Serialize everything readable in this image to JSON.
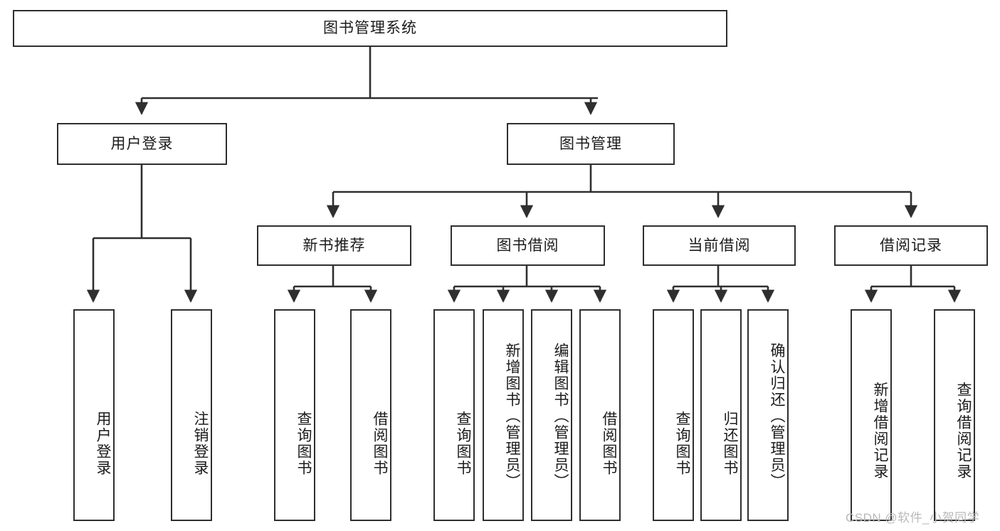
{
  "diagram": {
    "title": "图书管理系统",
    "type": "tree",
    "colors": {
      "stroke": "#2f2f2f",
      "fill": "#ffffff",
      "text": "#1b1b1b",
      "watermark": "#b9b9b9"
    },
    "root": {
      "label": "图书管理系统"
    },
    "level2": [
      {
        "label": "用户登录"
      },
      {
        "label": "图书管理"
      }
    ],
    "level3": [
      {
        "label": "新书推荐"
      },
      {
        "label": "图书借阅"
      },
      {
        "label": "当前借阅"
      },
      {
        "label": "借阅记录"
      }
    ],
    "leaves": {
      "user_login": [
        {
          "label": "用户登录"
        },
        {
          "label": "注销登录"
        }
      ],
      "new_book": [
        {
          "label": "查询图书"
        },
        {
          "label": "借阅图书"
        }
      ],
      "borrow_book": [
        {
          "label": "查询图书"
        },
        {
          "label": "新增图书（管理员）"
        },
        {
          "label": "编辑图书（管理员）"
        },
        {
          "label": "借阅图书"
        }
      ],
      "current_borrow": [
        {
          "label": "查询图书"
        },
        {
          "label": "归还图书"
        },
        {
          "label": "确认归还（管理员）"
        }
      ],
      "borrow_record": [
        {
          "label": "新增借阅记录"
        },
        {
          "label": "查询借阅记录"
        }
      ]
    }
  },
  "watermark": {
    "text": "CSDN @软件_小贺同学"
  }
}
